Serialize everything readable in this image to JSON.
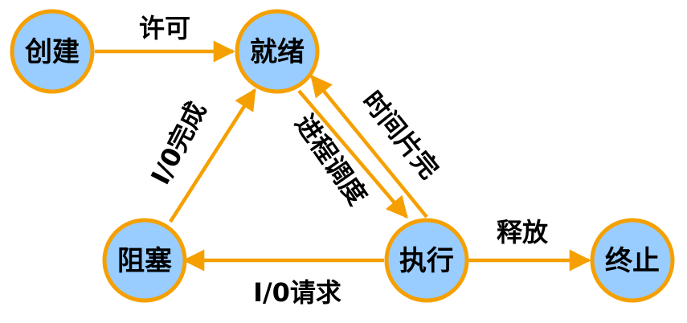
{
  "colors": {
    "node_fill": "#99ccff",
    "border": "#f5a000",
    "text": "#000000"
  },
  "states": {
    "create": "创建",
    "ready": "就绪",
    "blocked": "阻塞",
    "running": "执行",
    "terminated": "终止"
  },
  "transitions": {
    "create_to_ready": "许可",
    "io_complete": "I/0完成",
    "process_scheduling": "进程调度",
    "time_slice_done": "时间片完",
    "io_request": "I/0请求",
    "release": "释放"
  }
}
